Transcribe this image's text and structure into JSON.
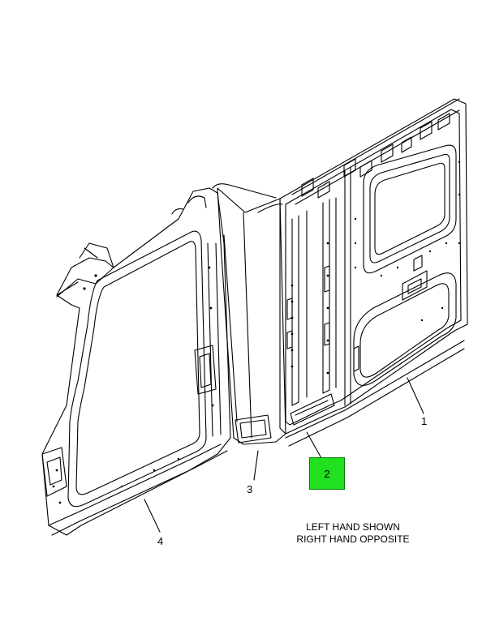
{
  "callouts": {
    "c1": "1",
    "c2": "2",
    "c3": "3",
    "c4": "4"
  },
  "note": {
    "line1": "LEFT HAND SHOWN",
    "line2": "RIGHT HAND OPPOSITE"
  },
  "highlight_color": "#20e020"
}
